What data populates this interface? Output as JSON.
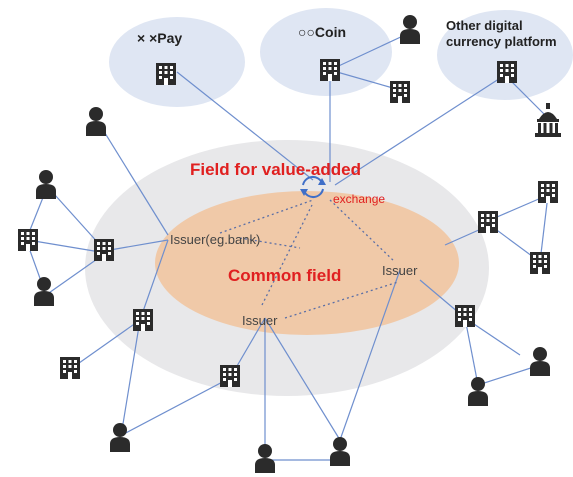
{
  "platforms": {
    "xxpay": "× ×Pay",
    "coin": "○○Coin",
    "other_line1": "Other digital",
    "other_line2": "currency platform"
  },
  "field_value_added": "Field for value-added",
  "exchange_label": "exchange",
  "common_field": "Common field",
  "issuers": {
    "bank": "Issuer(eg.bank)",
    "right": "Issuer",
    "bottom": "Issuer"
  },
  "icons": {
    "building": "building-icon",
    "person": "person-icon",
    "government": "capitol-icon",
    "exchange": "exchange-cycle-icon"
  },
  "colors": {
    "platform_fill": "#dfe6f3",
    "outer_field": "#e8e8ea",
    "common_field": "#f0c9a8",
    "line": "#6f8fce",
    "icon": "#2b2b2b",
    "red": "#e02020"
  }
}
